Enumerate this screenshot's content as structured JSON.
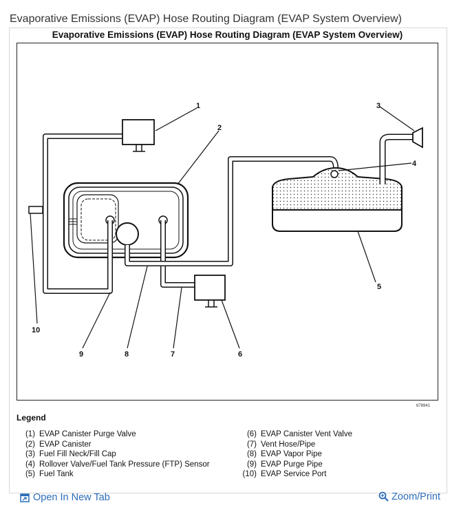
{
  "page": {
    "title": "Evaporative Emissions (EVAP) Hose Routing Diagram (EVAP System Overview)"
  },
  "figure": {
    "title": "Evaporative Emissions (EVAP) Hose Routing Diagram (EVAP System Overview)",
    "figure_number": "678941",
    "callouts": [
      "1",
      "2",
      "3",
      "4",
      "5",
      "6",
      "7",
      "8",
      "9",
      "10"
    ]
  },
  "legend": {
    "heading": "Legend",
    "left_items": [
      {
        "num": "(1)",
        "text": "EVAP Canister Purge Valve"
      },
      {
        "num": "(2)",
        "text": "EVAP Canister"
      },
      {
        "num": "(3)",
        "text": "Fuel Fill Neck/Fill Cap"
      },
      {
        "num": "(4)",
        "text": "Rollover Valve/Fuel Tank Pressure (FTP) Sensor"
      },
      {
        "num": "(5)",
        "text": "Fuel Tank"
      }
    ],
    "right_items": [
      {
        "num": "(6)",
        "text": "EVAP Canister Vent Valve"
      },
      {
        "num": "(7)",
        "text": "Vent Hose/Pipe"
      },
      {
        "num": "(8)",
        "text": "EVAP Vapor Pipe"
      },
      {
        "num": "(9)",
        "text": "EVAP Purge Pipe"
      },
      {
        "num": "(10)",
        "text": "EVAP Service Port"
      }
    ]
  },
  "actions": {
    "open_tab": "Open In New Tab",
    "zoom_print": "Zoom/Print"
  },
  "colors": {
    "link": "#2b6cb8",
    "line": "#111111"
  }
}
